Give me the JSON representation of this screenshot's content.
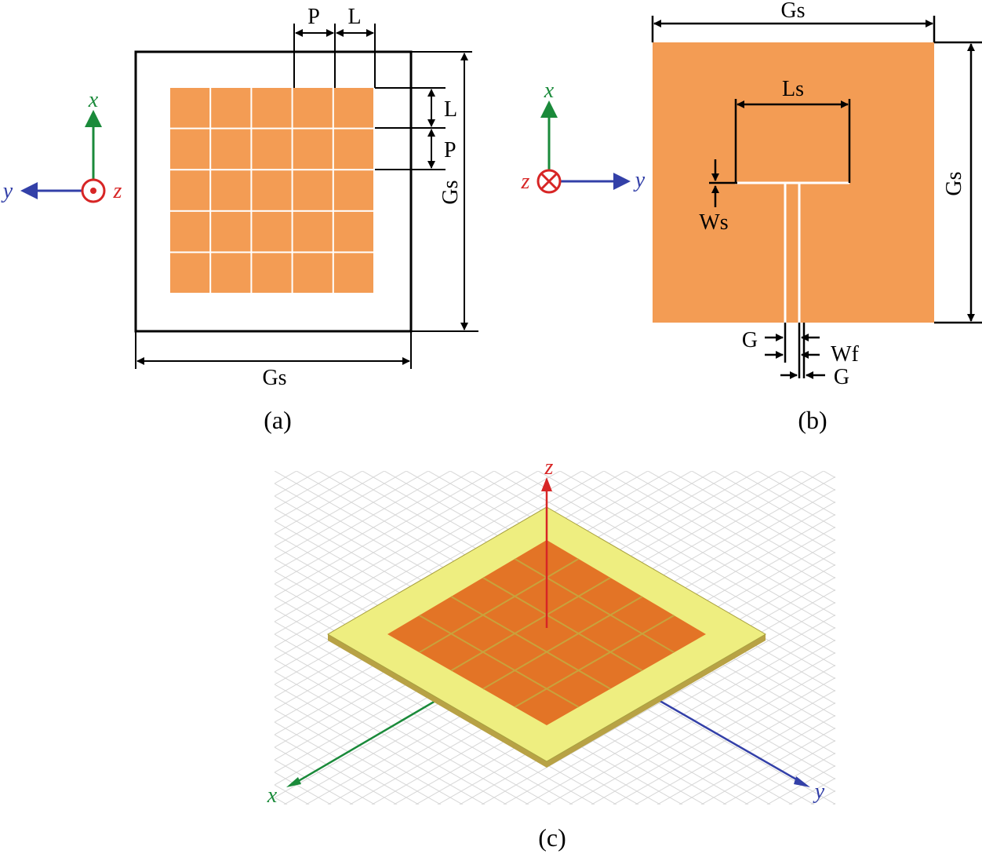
{
  "colors": {
    "patch": "#F39C54",
    "patch_3d": "#E37426",
    "substrate_3d": "#EEEE80",
    "axis_x": "#1A8A3A",
    "axis_y": "#3340A8",
    "axis_z": "#D72525",
    "dim": "#000000"
  },
  "panel_a": {
    "caption": "(a)",
    "labels": {
      "p": "P",
      "l": "L",
      "l_side": "L",
      "p_side": "P",
      "gs_side": "Gs",
      "gs_bottom": "Gs"
    },
    "axes": {
      "x": "x",
      "y": "y",
      "z": "z"
    },
    "z_symbol": "dot-out-of-page-icon",
    "grid": {
      "rows": 5,
      "cols": 5
    }
  },
  "panel_b": {
    "caption": "(b)",
    "labels": {
      "gs_top": "Gs",
      "gs_side": "Gs",
      "ls": "Ls",
      "ws": "Ws",
      "g_left": "G",
      "wf": "Wf",
      "g_right": "G"
    },
    "axes": {
      "x": "x",
      "y": "y",
      "z": "z"
    },
    "z_symbol": "cross-into-page-icon"
  },
  "panel_c": {
    "caption": "(c)",
    "axes": {
      "x": "x",
      "y": "y",
      "z": "z"
    },
    "grid": {
      "rows": 5,
      "cols": 5
    }
  }
}
